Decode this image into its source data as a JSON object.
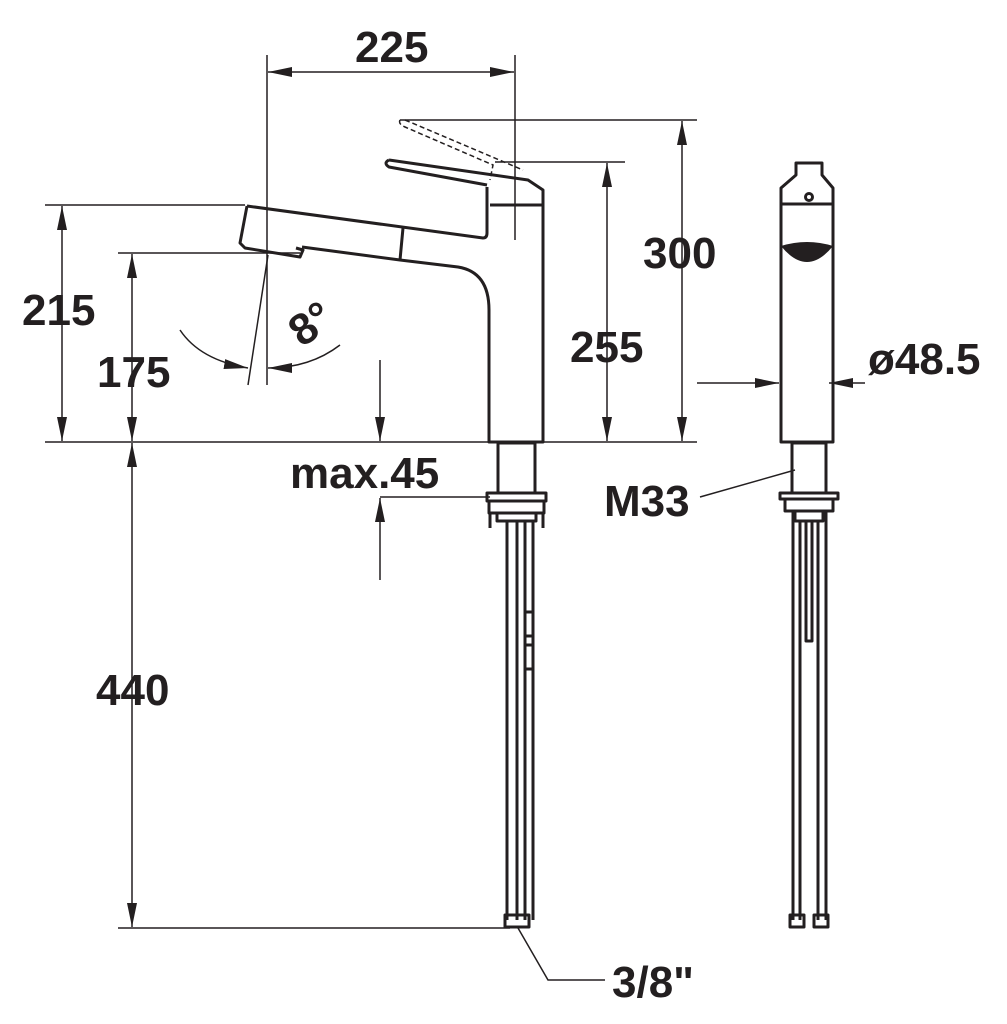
{
  "dimensions": {
    "spout_reach": "225",
    "total_height": "300",
    "body_height": "255",
    "spout_height": "215",
    "outlet_height": "175",
    "swivel_angle": "8°",
    "max_thickness": "max.45",
    "diameter": "ø48.5",
    "thread": "M33",
    "hose_length": "440",
    "connection": "3/8\""
  },
  "colors": {
    "line": "#231f20",
    "background": "#ffffff"
  }
}
